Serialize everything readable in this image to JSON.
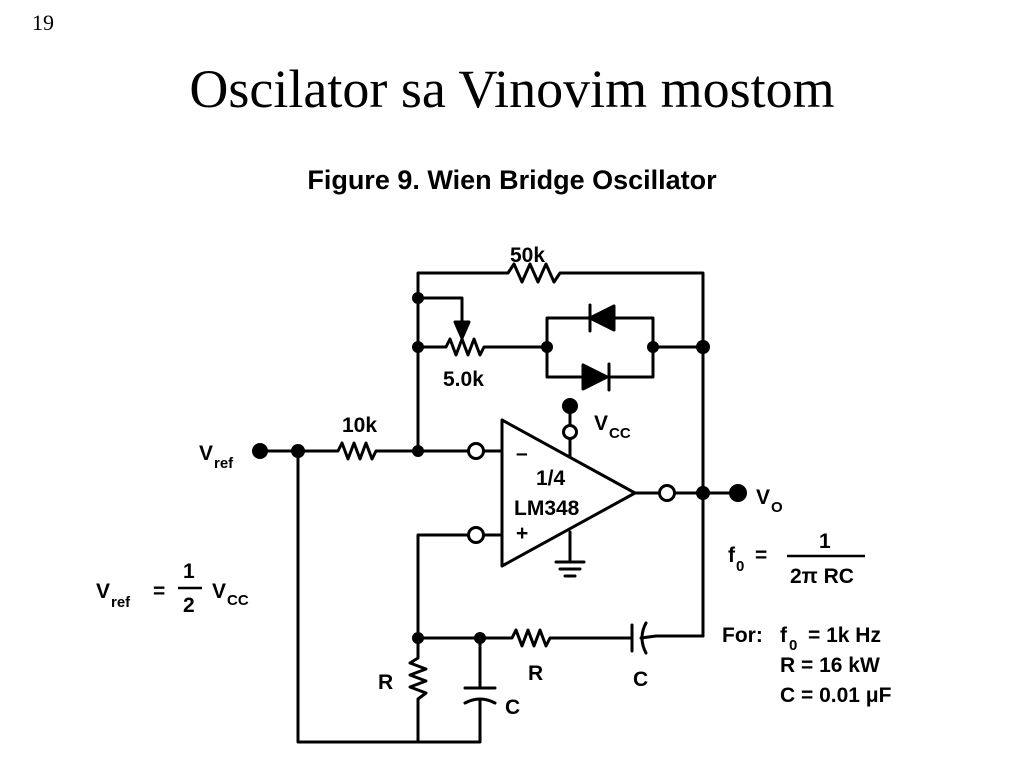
{
  "slide": {
    "number": "19",
    "title": "Oscilator sa Vinovim mostom"
  },
  "figure": {
    "caption": "Figure 9. Wien Bridge Oscillator",
    "components": {
      "feedback_resistor": "50k",
      "potentiometer": "5.0k",
      "input_resistor": "10k",
      "opamp_fraction": "1/4",
      "opamp_part": "LM348",
      "inverting_input": "–",
      "noninverting_input": "+",
      "resistor_bridge_series": "R",
      "resistor_bridge_shunt": "R",
      "capacitor_series": "C",
      "capacitor_shunt": "C"
    },
    "supply": {
      "main": "V",
      "sub": "CC"
    },
    "reference": {
      "main": "V",
      "sub": "ref"
    },
    "output": {
      "main": "V",
      "sub": "O"
    },
    "vref_equation": {
      "lhs_main": "V",
      "lhs_sub": "ref",
      "equals": "=",
      "numerator": "1",
      "denominator": "2",
      "rhs_main": "V",
      "rhs_sub": "CC"
    },
    "frequency_equation": {
      "lhs_main": "f",
      "lhs_sub": "0",
      "equals": "=",
      "numerator": "1",
      "denominator": "2π RC"
    },
    "design_values": {
      "for_label": "For:",
      "f_main": "f",
      "f_sub": "0",
      "f_value": "= 1k Hz",
      "r_line": "R =  16 kW",
      "c_line": "C = 0.01 μF"
    }
  }
}
